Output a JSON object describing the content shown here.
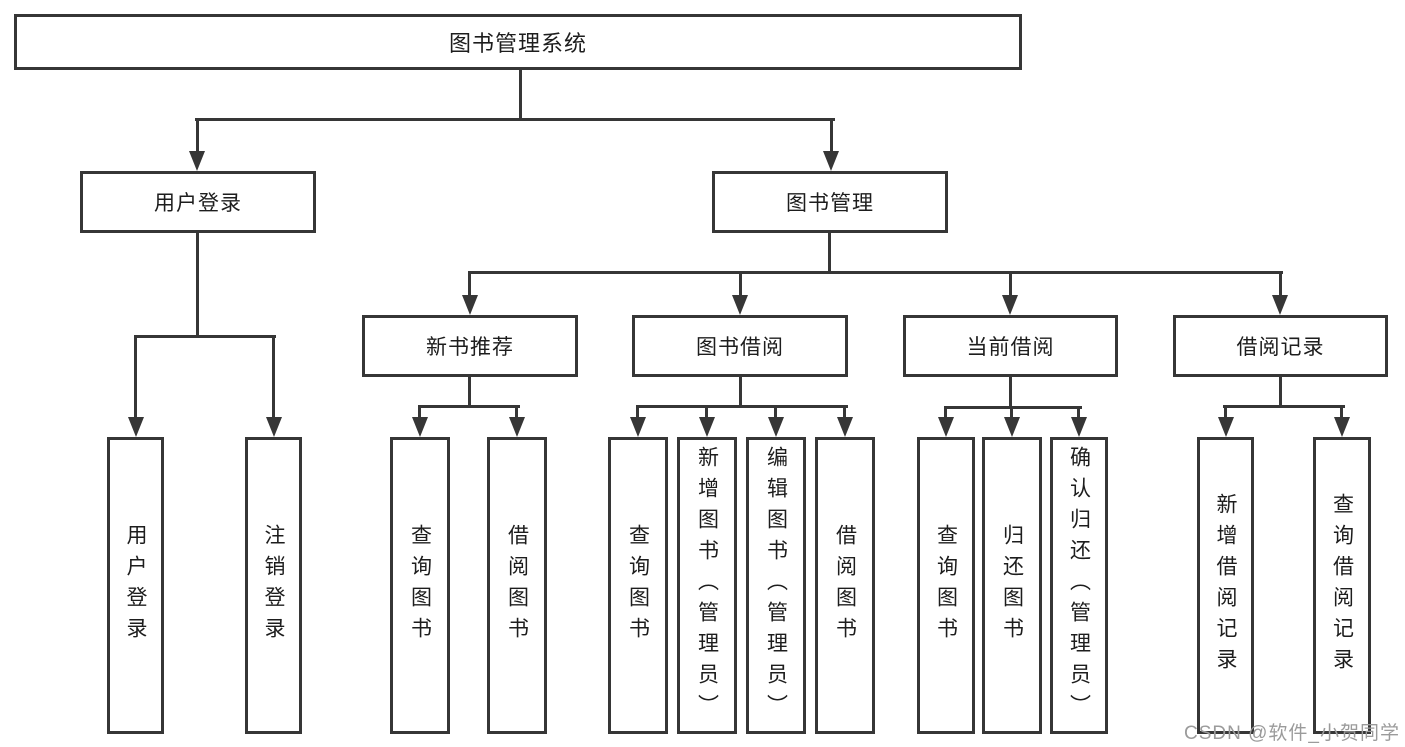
{
  "colors": {
    "line": "#363636",
    "box_background": "#ffffff",
    "text": "#1d1d1d",
    "watermark": "#9b9b9b",
    "page_background": "#ffffff"
  },
  "watermark": {
    "text": "CSDN @软件_小贺同学"
  },
  "tree": {
    "root": {
      "label": "图书管理系统"
    },
    "branches": [
      {
        "label": "用户登录",
        "children": [
          {
            "label": "用户登录"
          },
          {
            "label": "注销登录"
          }
        ]
      },
      {
        "label": "图书管理",
        "children": [
          {
            "label": "新书推荐",
            "children": [
              {
                "label": "查询图书"
              },
              {
                "label": "借阅图书"
              }
            ]
          },
          {
            "label": "图书借阅",
            "children": [
              {
                "label": "查询图书"
              },
              {
                "label": "新增图书（管理员）"
              },
              {
                "label": "编辑图书（管理员）"
              },
              {
                "label": "借阅图书"
              }
            ]
          },
          {
            "label": "当前借阅",
            "children": [
              {
                "label": "查询图书"
              },
              {
                "label": "归还图书"
              },
              {
                "label": "确认归还（管理员）"
              }
            ]
          },
          {
            "label": "借阅记录",
            "children": [
              {
                "label": "新增借阅记录"
              },
              {
                "label": "查询借阅记录"
              }
            ]
          }
        ]
      }
    ]
  }
}
